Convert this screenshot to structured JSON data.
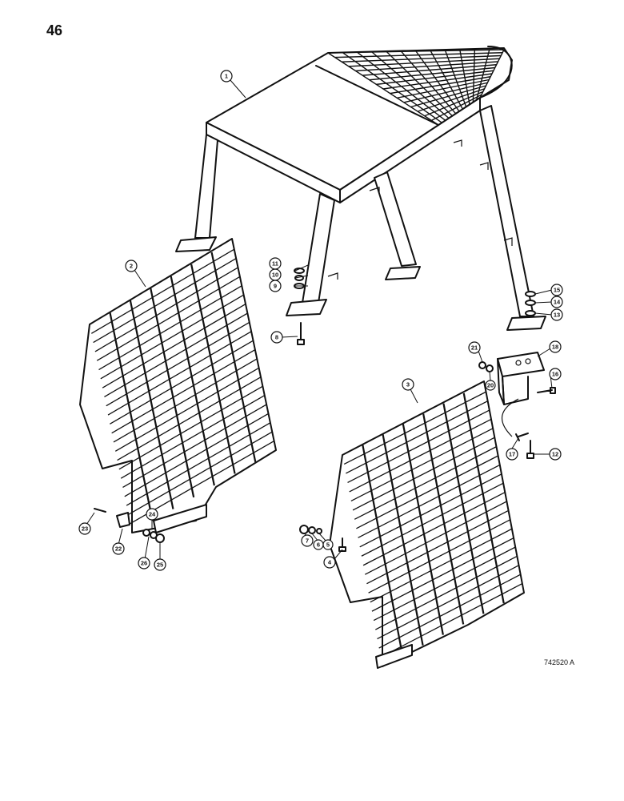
{
  "page_number": "46",
  "drawing_code": "742520 A",
  "callouts": [
    {
      "id": "c1",
      "label": "1"
    },
    {
      "id": "c2",
      "label": "2"
    },
    {
      "id": "c3",
      "label": "3"
    },
    {
      "id": "c4",
      "label": "4"
    },
    {
      "id": "c5",
      "label": "5"
    },
    {
      "id": "c6",
      "label": "6"
    },
    {
      "id": "c7",
      "label": "7"
    },
    {
      "id": "c8",
      "label": "8"
    },
    {
      "id": "c9",
      "label": "9"
    },
    {
      "id": "c10",
      "label": "10"
    },
    {
      "id": "c11",
      "label": "11"
    },
    {
      "id": "c12",
      "label": "12"
    },
    {
      "id": "c13",
      "label": "13"
    },
    {
      "id": "c14",
      "label": "14"
    },
    {
      "id": "c15",
      "label": "15"
    },
    {
      "id": "c16",
      "label": "16"
    },
    {
      "id": "c17",
      "label": "17"
    },
    {
      "id": "c18",
      "label": "18"
    },
    {
      "id": "c20",
      "label": "20"
    },
    {
      "id": "c21",
      "label": "21"
    },
    {
      "id": "c22",
      "label": "22"
    },
    {
      "id": "c23",
      "label": "23"
    },
    {
      "id": "c24",
      "label": "24"
    },
    {
      "id": "c25",
      "label": "25"
    },
    {
      "id": "c26",
      "label": "26"
    }
  ]
}
